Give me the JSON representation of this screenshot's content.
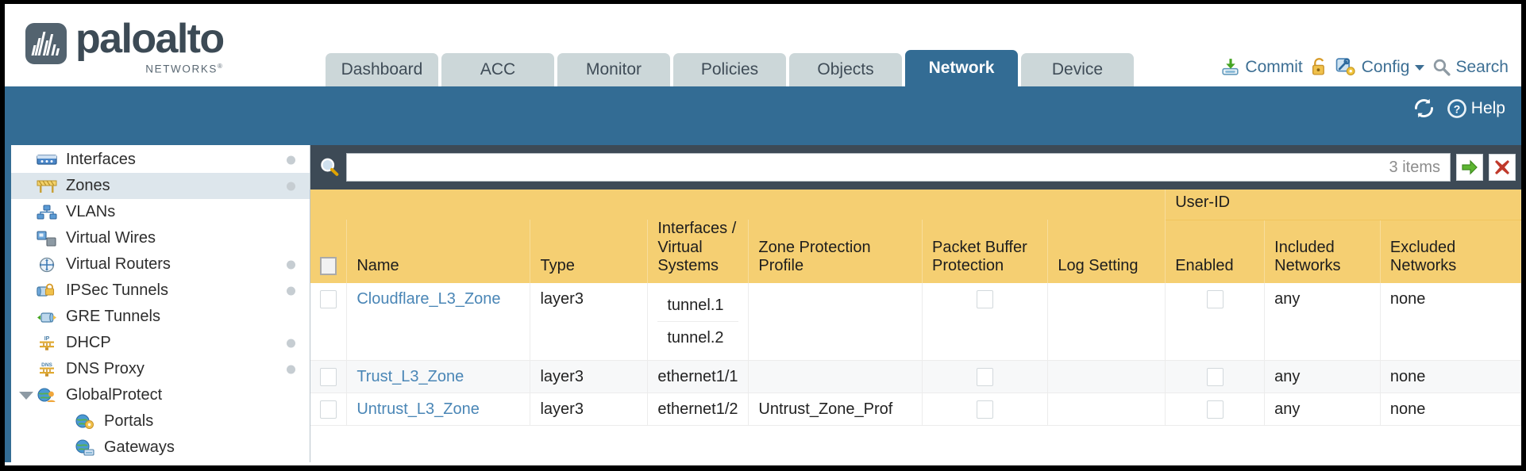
{
  "brand": {
    "name": "paloalto",
    "sub": "NETWORKS",
    "sub_mark": "®",
    "logo_icon": "paloalto-logo-icon"
  },
  "nav": {
    "tabs": [
      {
        "label": "Dashboard",
        "active": false
      },
      {
        "label": "ACC",
        "active": false
      },
      {
        "label": "Monitor",
        "active": false
      },
      {
        "label": "Policies",
        "active": false
      },
      {
        "label": "Objects",
        "active": false
      },
      {
        "label": "Network",
        "active": true
      },
      {
        "label": "Device",
        "active": false
      }
    ]
  },
  "topactions": {
    "commit_label": "Commit",
    "commit_icon": "commit-save-icon",
    "lock_icon": "padlock-icon",
    "config_label": "Config",
    "config_icon": "config-wrench-key-icon",
    "config_caret_icon": "chevron-down-icon",
    "search_label": "Search",
    "search_icon": "search-magnifier-icon"
  },
  "blueband": {
    "refresh_icon": "refresh-icon",
    "help_label": "Help",
    "help_icon": "help-question-icon"
  },
  "sidebar": {
    "items": [
      {
        "label": "Interfaces",
        "icon": "interfaces-icon",
        "selected": false,
        "child": false,
        "dot": true,
        "caret": false
      },
      {
        "label": "Zones",
        "icon": "zones-icon",
        "selected": true,
        "child": false,
        "dot": true,
        "caret": false
      },
      {
        "label": "VLANs",
        "icon": "vlans-icon",
        "selected": false,
        "child": false,
        "dot": false,
        "caret": false
      },
      {
        "label": "Virtual Wires",
        "icon": "virtual-wires-icon",
        "selected": false,
        "child": false,
        "dot": false,
        "caret": false
      },
      {
        "label": "Virtual Routers",
        "icon": "virtual-routers-icon",
        "selected": false,
        "child": false,
        "dot": true,
        "caret": false
      },
      {
        "label": "IPSec Tunnels",
        "icon": "ipsec-tunnels-icon",
        "selected": false,
        "child": false,
        "dot": true,
        "caret": false
      },
      {
        "label": "GRE Tunnels",
        "icon": "gre-tunnels-icon",
        "selected": false,
        "child": false,
        "dot": false,
        "caret": false
      },
      {
        "label": "DHCP",
        "icon": "dhcp-icon",
        "selected": false,
        "child": false,
        "dot": true,
        "caret": false
      },
      {
        "label": "DNS Proxy",
        "icon": "dns-proxy-icon",
        "selected": false,
        "child": false,
        "dot": true,
        "caret": false
      },
      {
        "label": "GlobalProtect",
        "icon": "globalprotect-icon",
        "selected": false,
        "child": false,
        "dot": false,
        "caret": true
      },
      {
        "label": "Portals",
        "icon": "portals-icon",
        "selected": false,
        "child": true,
        "dot": false,
        "caret": false
      },
      {
        "label": "Gateways",
        "icon": "gateways-icon",
        "selected": false,
        "child": true,
        "dot": false,
        "caret": false
      }
    ]
  },
  "filterbar": {
    "search_icon": "search-magnifier-icon",
    "value": "",
    "placeholder": "",
    "count_label": "3 items",
    "apply_icon": "apply-filter-arrow-icon",
    "clear_icon": "clear-filter-x-icon"
  },
  "table": {
    "group_header": {
      "label": "User-ID",
      "span": 3
    },
    "columns": [
      {
        "key": "checkbox",
        "label": ""
      },
      {
        "key": "name",
        "label": "Name"
      },
      {
        "key": "type",
        "label": "Type"
      },
      {
        "key": "interfaces",
        "label": "Interfaces / Virtual Systems"
      },
      {
        "key": "zone_protection_profile",
        "label": "Zone Protection Profile"
      },
      {
        "key": "packet_buffer_protection",
        "label": "Packet Buffer Protection"
      },
      {
        "key": "log_setting",
        "label": "Log Setting"
      },
      {
        "key": "userid_enabled",
        "label": "Enabled"
      },
      {
        "key": "included_networks",
        "label": "Included Networks"
      },
      {
        "key": "excluded_networks",
        "label": "Excluded Networks"
      }
    ],
    "rows": [
      {
        "checked": false,
        "name": "Cloudflare_L3_Zone",
        "type": "layer3",
        "interfaces": [
          "tunnel.1",
          "tunnel.2"
        ],
        "zone_protection_profile": "",
        "packet_buffer_protection": false,
        "log_setting": "",
        "userid_enabled": false,
        "included_networks": "any",
        "excluded_networks": "none"
      },
      {
        "checked": false,
        "name": "Trust_L3_Zone",
        "type": "layer3",
        "interfaces": [
          "ethernet1/1"
        ],
        "zone_protection_profile": "",
        "packet_buffer_protection": false,
        "log_setting": "",
        "userid_enabled": false,
        "included_networks": "any",
        "excluded_networks": "none"
      },
      {
        "checked": false,
        "name": "Untrust_L3_Zone",
        "type": "layer3",
        "interfaces": [
          "ethernet1/2"
        ],
        "zone_protection_profile": "Untrust_Zone_Prof",
        "packet_buffer_protection": false,
        "log_setting": "",
        "userid_enabled": false,
        "included_networks": "any",
        "excluded_networks": "none"
      }
    ]
  },
  "colors": {
    "header_blue": "#336c94",
    "filter_slate": "#3d4a56",
    "table_header_yellow": "#f5cf72",
    "group_header_yellow": "#e4b646",
    "link_blue": "#4a86b6",
    "tab_inactive": "#ccd7d9"
  }
}
